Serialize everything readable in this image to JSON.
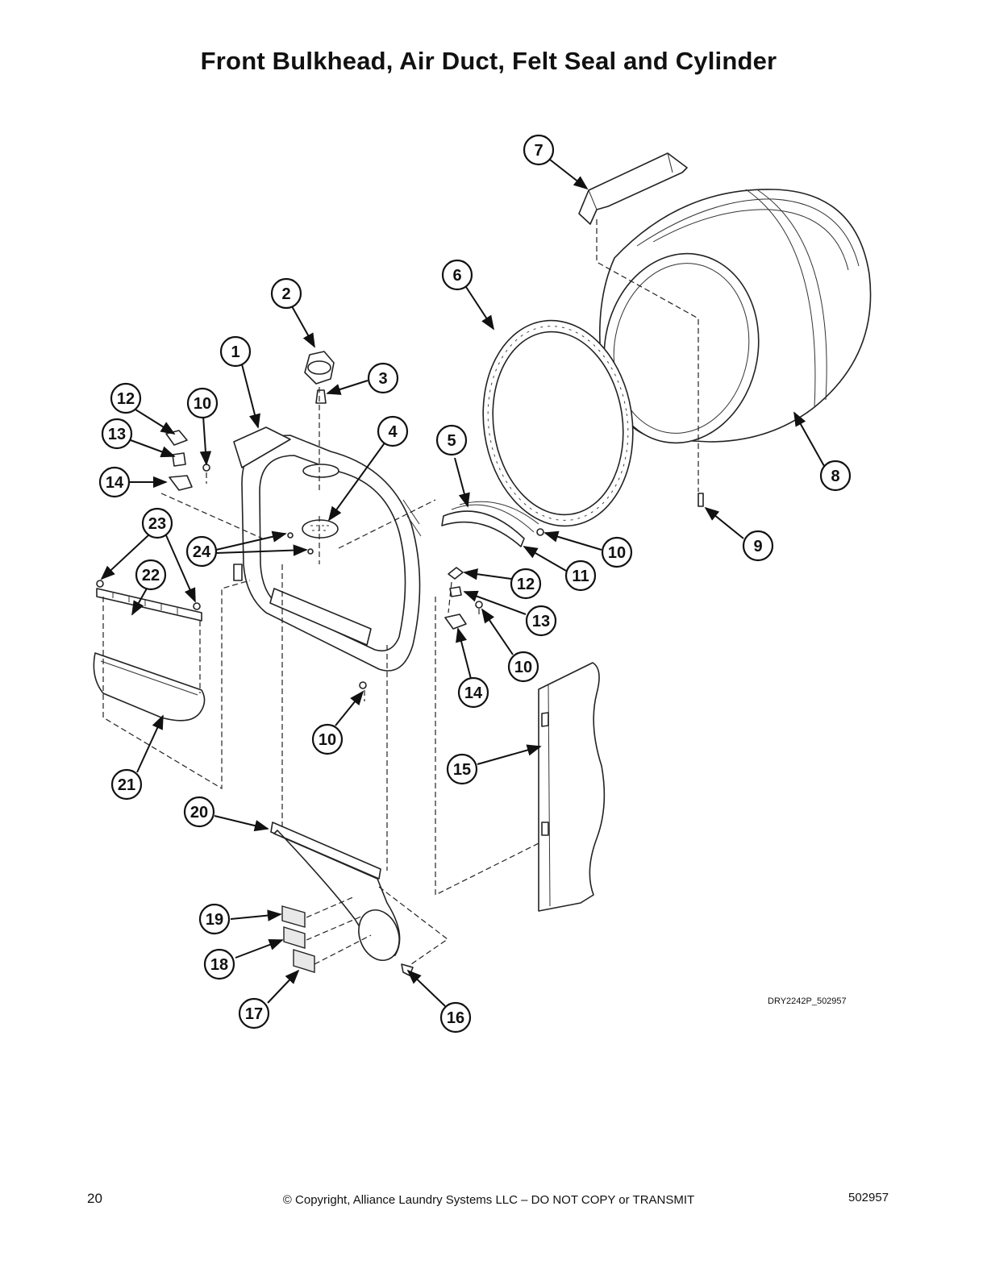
{
  "title": "Front Bulkhead, Air Duct, Felt Seal and Cylinder",
  "figure_code": "DRY2242P_502957",
  "footer": {
    "page_number": "20",
    "copyright": "© Copyright, Alliance Laundry Systems LLC – DO NOT COPY or TRANSMIT",
    "doc_number": "502957"
  },
  "callouts": {
    "c1": "1",
    "c2": "2",
    "c3": "3",
    "c4": "4",
    "c5": "5",
    "c6": "6",
    "c7": "7",
    "c8": "8",
    "c9": "9",
    "c10a": "10",
    "c10b": "10",
    "c10c": "10",
    "c10d": "10",
    "c11": "11",
    "c12a": "12",
    "c12b": "12",
    "c13a": "13",
    "c13b": "13",
    "c14a": "14",
    "c14b": "14",
    "c15": "15",
    "c16": "16",
    "c17": "17",
    "c18": "18",
    "c19": "19",
    "c20": "20",
    "c21": "21",
    "c22": "22",
    "c23": "23",
    "c24": "24"
  }
}
